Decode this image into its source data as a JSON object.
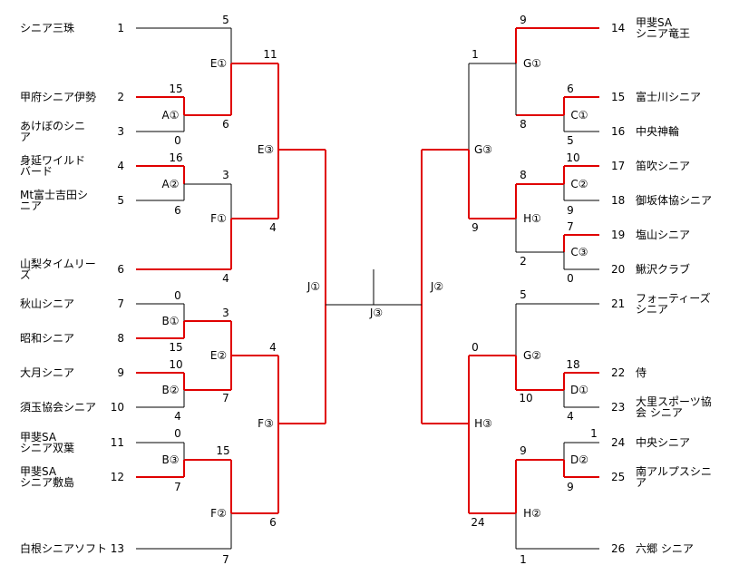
{
  "colors": {
    "winner_line": "#e00000",
    "line": "#000000"
  },
  "teams_left": [
    {
      "seed": "1",
      "name": [
        "シニア三珠"
      ]
    },
    {
      "seed": "2",
      "name": [
        "甲府シニア伊勢"
      ]
    },
    {
      "seed": "3",
      "name": [
        "あけぼのシニ",
        "ア"
      ]
    },
    {
      "seed": "4",
      "name": [
        "身延ワイルド",
        "バード"
      ]
    },
    {
      "seed": "5",
      "name": [
        "Mt富士吉田シ",
        "ニア"
      ]
    },
    {
      "seed": "6",
      "name": [
        "山梨タイムリー",
        "ズ"
      ]
    },
    {
      "seed": "7",
      "name": [
        "秋山シニア"
      ]
    },
    {
      "seed": "8",
      "name": [
        "昭和シニア"
      ]
    },
    {
      "seed": "9",
      "name": [
        "大月シニア"
      ]
    },
    {
      "seed": "10",
      "name": [
        "須玉協会シニア"
      ]
    },
    {
      "seed": "11",
      "name": [
        "甲斐SA",
        "シニア双葉"
      ]
    },
    {
      "seed": "12",
      "name": [
        "甲斐SA",
        "シニア敷島"
      ]
    },
    {
      "seed": "13",
      "name": [
        "白根シニアソフト"
      ]
    }
  ],
  "teams_right": [
    {
      "seed": "14",
      "name": [
        "甲斐SA",
        "シニア竜王"
      ]
    },
    {
      "seed": "15",
      "name": [
        "富士川シニア"
      ]
    },
    {
      "seed": "16",
      "name": [
        "中央神輪"
      ]
    },
    {
      "seed": "17",
      "name": [
        "笛吹シニア"
      ]
    },
    {
      "seed": "18",
      "name": [
        "御坂体協シニア"
      ]
    },
    {
      "seed": "19",
      "name": [
        "塩山シニア"
      ]
    },
    {
      "seed": "20",
      "name": [
        "鰍沢クラブ"
      ]
    },
    {
      "seed": "21",
      "name": [
        "フォーティーズ",
        "シニア"
      ]
    },
    {
      "seed": "22",
      "name": [
        "侍"
      ]
    },
    {
      "seed": "23",
      "name": [
        "大里スポーツ協",
        "会 シニア"
      ]
    },
    {
      "seed": "24",
      "name": [
        "中央シニア"
      ]
    },
    {
      "seed": "25",
      "name": [
        "南アルプスシニ",
        "ア"
      ]
    },
    {
      "seed": "26",
      "name": [
        "六郷 シニア"
      ]
    }
  ],
  "matches": [
    {
      "id": "A①",
      "top_score": "15",
      "bottom_score": "0"
    },
    {
      "id": "A②",
      "top_score": "16",
      "bottom_score": "6"
    },
    {
      "id": "B①",
      "top_score": "0",
      "bottom_score": "15"
    },
    {
      "id": "B②",
      "top_score": "10",
      "bottom_score": "4"
    },
    {
      "id": "B③",
      "top_score": "0",
      "bottom_score": "7"
    },
    {
      "id": "E①",
      "top_score": "5",
      "bottom_score": "6"
    },
    {
      "id": "F①",
      "top_score": "3",
      "bottom_score": "4"
    },
    {
      "id": "E②",
      "top_score": "3",
      "bottom_score": "7"
    },
    {
      "id": "F②",
      "top_score": "15",
      "bottom_score": "7"
    },
    {
      "id": "E③",
      "top_score": "11",
      "bottom_score": "4"
    },
    {
      "id": "F③",
      "top_score": "4",
      "bottom_score": "6"
    },
    {
      "id": "J①",
      "top_score": "",
      "bottom_score": ""
    },
    {
      "id": "C①",
      "top_score": "6",
      "bottom_score": "5"
    },
    {
      "id": "C②",
      "top_score": "10",
      "bottom_score": "9"
    },
    {
      "id": "C③",
      "top_score": "7",
      "bottom_score": "0"
    },
    {
      "id": "D①",
      "top_score": "18",
      "bottom_score": "4"
    },
    {
      "id": "D②",
      "top_score": "1",
      "bottom_score": "9"
    },
    {
      "id": "G①",
      "top_score": "9",
      "bottom_score": "8"
    },
    {
      "id": "H①",
      "top_score": "8",
      "bottom_score": "2"
    },
    {
      "id": "G②",
      "top_score": "5",
      "bottom_score": "10"
    },
    {
      "id": "H②",
      "top_score": "9",
      "bottom_score": "1"
    },
    {
      "id": "G③",
      "top_score": "1",
      "bottom_score": "9"
    },
    {
      "id": "H③",
      "top_score": "0",
      "bottom_score": "24"
    },
    {
      "id": "J②",
      "top_score": "",
      "bottom_score": ""
    },
    {
      "id": "J③",
      "top_score": "",
      "bottom_score": ""
    }
  ]
}
